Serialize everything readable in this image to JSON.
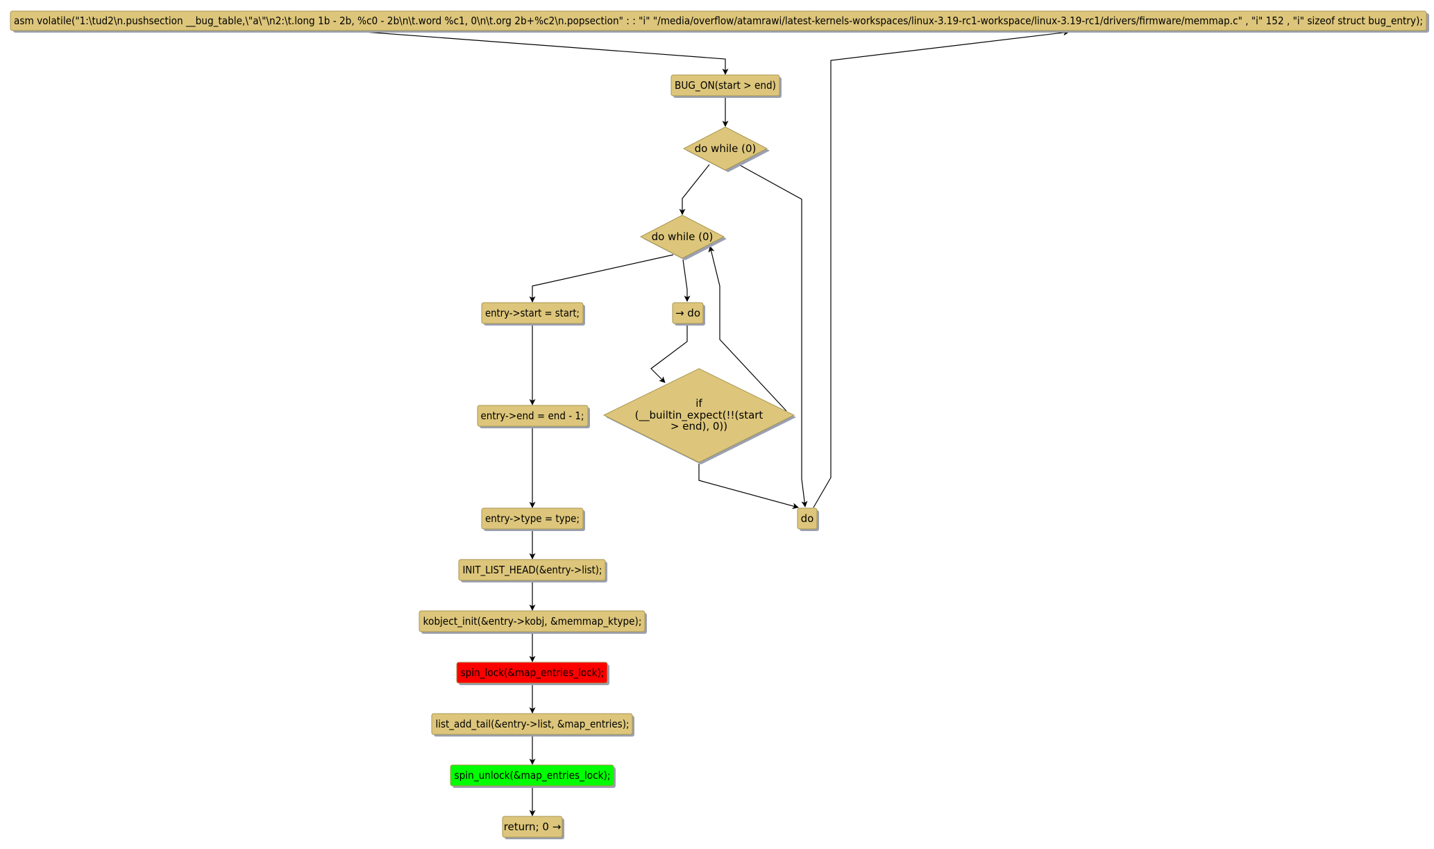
{
  "colors": {
    "node_fill": "#DDC67B",
    "node_border": "#A89652",
    "shadow": "#9AA0B0",
    "edge": "#000000",
    "lock": "#FF0000",
    "unlock": "#00FF00"
  },
  "nodes": {
    "asm": "asm volatile(\"1:\\tud2\\n.pushsection __bug_table,\\\"a\\\"\\n2:\\t.long 1b - 2b, %c0 - 2b\\n\\t.word %c1, 0\\n\\t.org 2b+%c2\\n.popsection\" : : \"i\" \"/media/overflow/atamrawi/latest-kernels-workspaces/linux-3.19-rc1-workspace/linux-3.19-rc1/drivers/firmware/memmap.c\" , \"i\" 152 , \"i\" sizeof struct bug_entry);",
    "bug_on": "BUG_ON(start > end)",
    "do_while_outer": "do while (0)",
    "do_while_inner": "do while (0)",
    "entry_start": "entry->start = start;",
    "arrow_do": "→ do",
    "if_line1": "if",
    "if_line2": "(__builtin_expect(!!(start",
    "if_line3": "> end), 0))",
    "entry_end": "entry->end = end - 1;",
    "do_right": "do",
    "entry_type": "entry->type = type;",
    "init_list": "INIT_LIST_HEAD(&entry->list);",
    "kobject_init": "kobject_init(&entry->kobj, &memmap_ktype);",
    "spin_lock": "spin_lock(&map_entries_lock);",
    "list_add": "list_add_tail(&entry->list, &map_entries);",
    "spin_unlock": "spin_unlock(&map_entries_lock);",
    "return": "return; 0 →"
  }
}
